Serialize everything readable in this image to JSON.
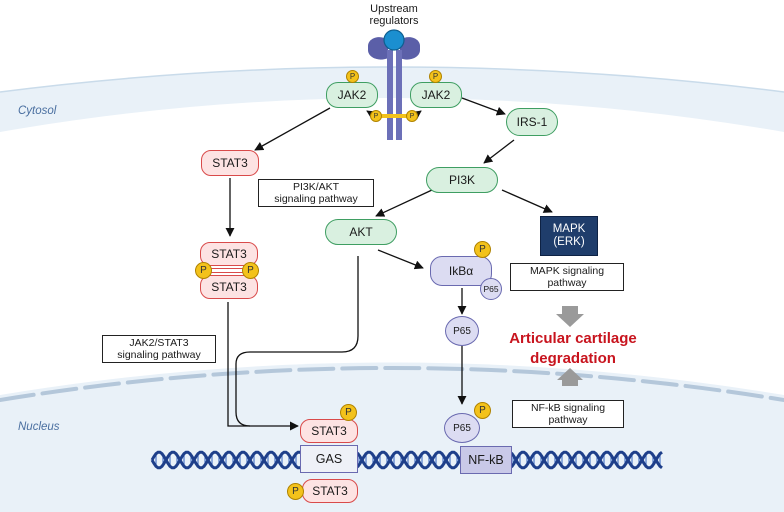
{
  "labels": {
    "upstream_line1": "Upstream",
    "upstream_line2": "regulators",
    "cytosol": "Cytosol",
    "nucleus": "Nucleus"
  },
  "nodes": {
    "jak2_left": "JAK2",
    "jak2_right": "JAK2",
    "irs1": "IRS-1",
    "stat3": "STAT3",
    "stat3_dimer_top": "STAT3",
    "stat3_dimer_bottom": "STAT3",
    "pi3k": "PI3K",
    "akt": "AKT",
    "ikba": "IkBα",
    "p65_on_ikba": "P65",
    "p65_cytosol": "P65",
    "p65_nucleus": "P65",
    "mapk_line1": "MAPK",
    "mapk_line2": "(ERK)",
    "stat3_nucleus_top": "STAT3",
    "stat3_nucleus_bottom": "STAT3",
    "gas": "GAS",
    "nfkb": "NF-kB",
    "phospho": "P"
  },
  "pathway_boxes": {
    "pi3k_akt_line1": "PI3K/AKT",
    "pi3k_akt_line2": "signaling pathway",
    "jak2_stat3_line1": "JAK2/STAT3",
    "jak2_stat3_line2": "signaling pathway",
    "mapk_line1": "MAPK signaling",
    "mapk_line2": "pathway",
    "nfkb_line1": "NF-kB signaling",
    "nfkb_line2": "pathway"
  },
  "outcome": {
    "line1": "Articular cartilage",
    "line2": "degradation"
  },
  "colors": {
    "membrane": "#e9f1f8",
    "green_fill": "#d9f0e0",
    "red_fill": "#fde3e3",
    "purple_fill": "#dcdcf2",
    "mapk_fill": "#1f3d6b",
    "phospho_fill": "#f3c21b",
    "dna_dark": "#1e3f8a",
    "dna_light": "#4f79c8",
    "outcome_red": "#c8141e"
  }
}
